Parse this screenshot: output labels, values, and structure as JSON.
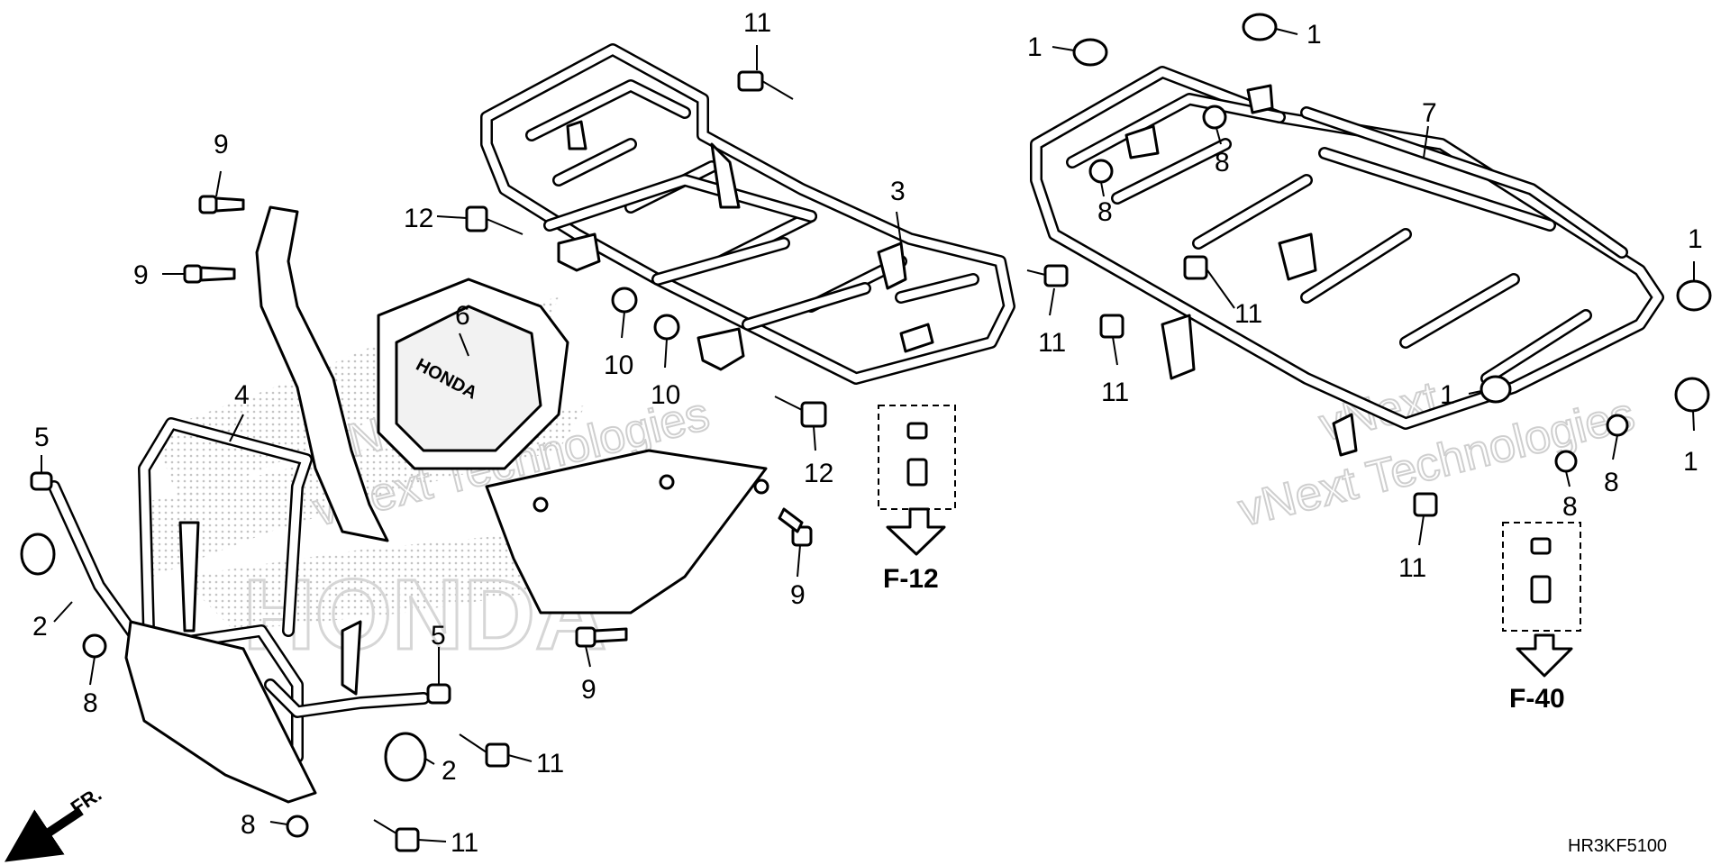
{
  "diagram": {
    "part_numbers": [
      "1",
      "2",
      "3",
      "4",
      "5",
      "6",
      "7",
      "8",
      "9",
      "10",
      "11",
      "12"
    ],
    "callouts": [
      {
        "label": "11"
      },
      {
        "label": "12"
      },
      {
        "label": "3"
      },
      {
        "label": "11"
      },
      {
        "label": "10"
      },
      {
        "label": "10"
      },
      {
        "label": "12"
      },
      {
        "label": "9"
      },
      {
        "label": "9"
      },
      {
        "label": "6"
      },
      {
        "label": "4"
      },
      {
        "label": "5"
      },
      {
        "label": "2"
      },
      {
        "label": "8"
      },
      {
        "label": "5"
      },
      {
        "label": "9"
      },
      {
        "label": "9"
      },
      {
        "label": "2"
      },
      {
        "label": "11"
      },
      {
        "label": "8"
      },
      {
        "label": "11"
      },
      {
        "label": "1"
      },
      {
        "label": "1"
      },
      {
        "label": "7"
      },
      {
        "label": "8"
      },
      {
        "label": "8"
      },
      {
        "label": "11"
      },
      {
        "label": "11"
      },
      {
        "label": "1"
      },
      {
        "label": "1"
      },
      {
        "label": "1"
      },
      {
        "label": "8"
      },
      {
        "label": "8"
      },
      {
        "label": "11"
      }
    ],
    "references": [
      "F-12",
      "F-40"
    ],
    "direction_label": "FR.",
    "diagram_code": "HR3KF5100",
    "watermarks": [
      "vNext Technologies",
      "vNext Technologies"
    ],
    "logo_text": "HONDA"
  }
}
